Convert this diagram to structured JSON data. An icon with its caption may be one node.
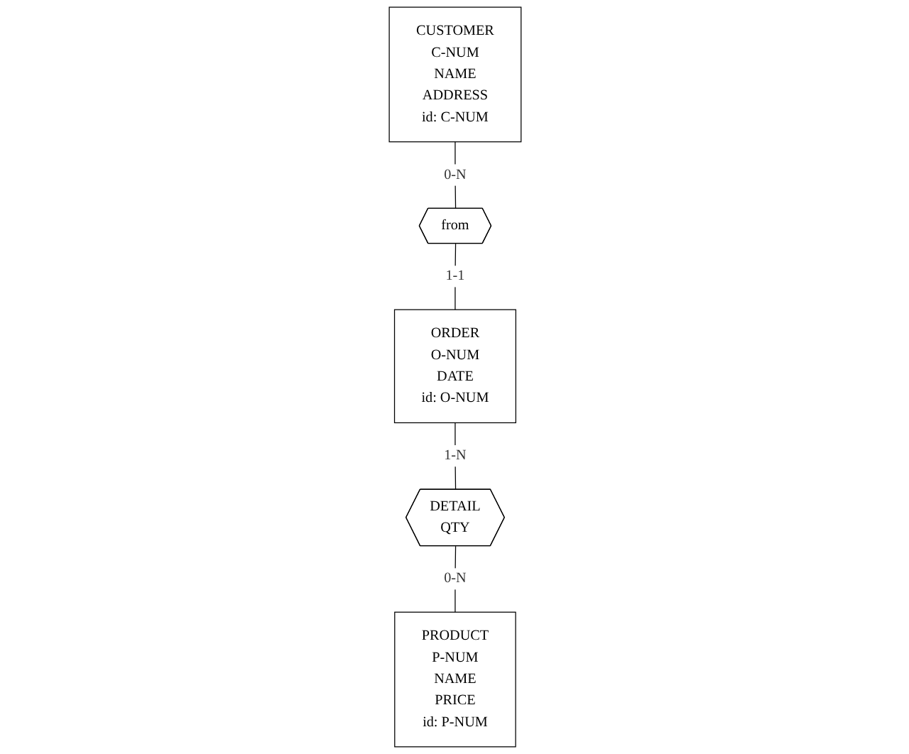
{
  "diagram": {
    "nodes": [
      {
        "text": [
          "CUSTOMER",
          "C-NUM",
          "NAME",
          "ADDRESS",
          "id: C-NUM"
        ]
      },
      {
        "text": [
          "from"
        ]
      },
      {
        "text": [
          "ORDER",
          "O-NUM",
          "DATE",
          "id: O-NUM"
        ]
      },
      {
        "text": [
          "DETAIL",
          "QTY"
        ]
      },
      {
        "text": [
          "PRODUCT",
          "P-NUM",
          "NAME",
          "PRICE",
          "id: P-NUM"
        ]
      }
    ],
    "edges": [
      {
        "from": 0,
        "to": 1,
        "arrow": "none",
        "label": "0-N"
      },
      {
        "from": 1,
        "to": 2,
        "arrow": "none",
        "label": "1-1"
      },
      {
        "from": 2,
        "to": 3,
        "arrow": "none",
        "label": "1-N"
      },
      {
        "from": 3,
        "to": 4,
        "arrow": "none",
        "label": "0-N"
      }
    ]
  }
}
